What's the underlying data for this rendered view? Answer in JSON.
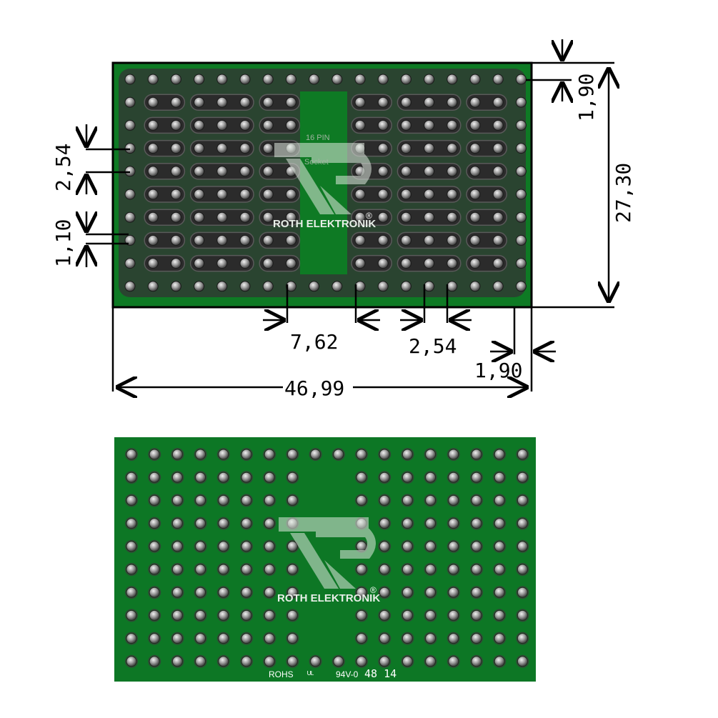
{
  "top_view": {
    "silkscreen_pin_label": "16 PIN",
    "silkscreen_socket_label": "Socket",
    "brand": "ROTH ELEKTRONIK",
    "brand_mark": "®"
  },
  "bottom_view": {
    "brand": "ROTH ELEKTRONIK",
    "brand_mark": "®",
    "rohs": "ROHS",
    "ul_rating": "94V-0",
    "date_code": "48 14"
  },
  "dimensions": {
    "overall_width": "46,99",
    "overall_height": "27,30",
    "edge_top": "1,90",
    "edge_right": "1,90",
    "row_pitch": "2,54",
    "column_pitch": "2,54",
    "hole_diameter": "1,10",
    "ic_row_spacing": "7,62"
  },
  "colors": {
    "pcb_green": "#0e7a24",
    "pcb_dark": "#0a5f1b",
    "copper_pad": "#3a3a3a",
    "pad_highlight": "#bfbfbf",
    "dimension_line": "#000000"
  },
  "grid": {
    "columns": 18,
    "rows": 10
  }
}
